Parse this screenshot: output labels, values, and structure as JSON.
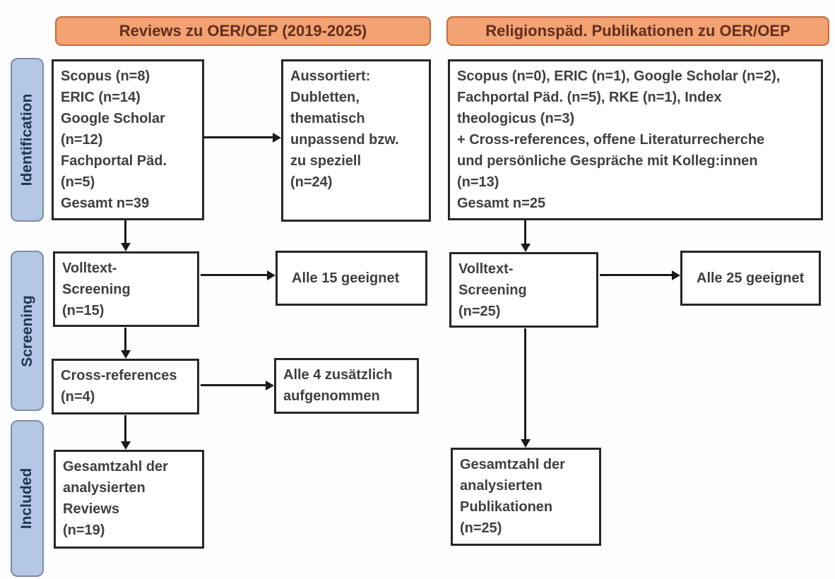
{
  "headers": {
    "left": "Reviews zu OER/OEP (2019-2025)",
    "right": "Religionspäd. Publikationen zu OER/OEP"
  },
  "stages": {
    "identification": "Identification",
    "screening": "Screening",
    "included": "Included"
  },
  "left_column": {
    "identification_box": "Scopus (n=8)\nERIC (n=14)\nGoogle Scholar\n(n=12)\nFachportal Päd.\n(n=5)\nGesamt n=39",
    "excluded_box": "Aussortiert:\nDubletten,\nthematisch\nunpassend bzw.\nzu speziell\n(n=24)",
    "screening_box": "Volltext-\nScreening\n(n=15)",
    "screening_result_box": "Alle 15 geeignet",
    "crossref_box": "Cross-references\n(n=4)",
    "crossref_result_box": "Alle 4 zusätzlich\naufgenommen",
    "included_box": "Gesamtzahl der\nanalysierten\nReviews\n(n=19)"
  },
  "right_column": {
    "identification_box": "Scopus (n=0), ERIC (n=1), Google Scholar (n=2),\nFachportal Päd. (n=5), RKE (n=1), Index\ntheologicus (n=3)\n+ Cross-references, offene Literaturrecherche\nund persönliche Gespräche mit Kolleg:innen\n(n=13)\nGesamt n=25",
    "screening_box": "Volltext-\nScreening\n(n=25)",
    "screening_result_box": "Alle 25 geeignet",
    "included_box": "Gesamtzahl der\nanalysierten\nPublikationen\n(n=25)"
  },
  "colors": {
    "header_fill": "#F2A273",
    "header_border": "#C4693B",
    "header_text": "#632C1E",
    "stage_fill": "#B4C7E4",
    "stage_border": "#7C8DA6",
    "stage_text": "#1F3352",
    "box_border": "#262626",
    "box_text": "#3F3F3F",
    "arrow": "#1A1A1A"
  }
}
